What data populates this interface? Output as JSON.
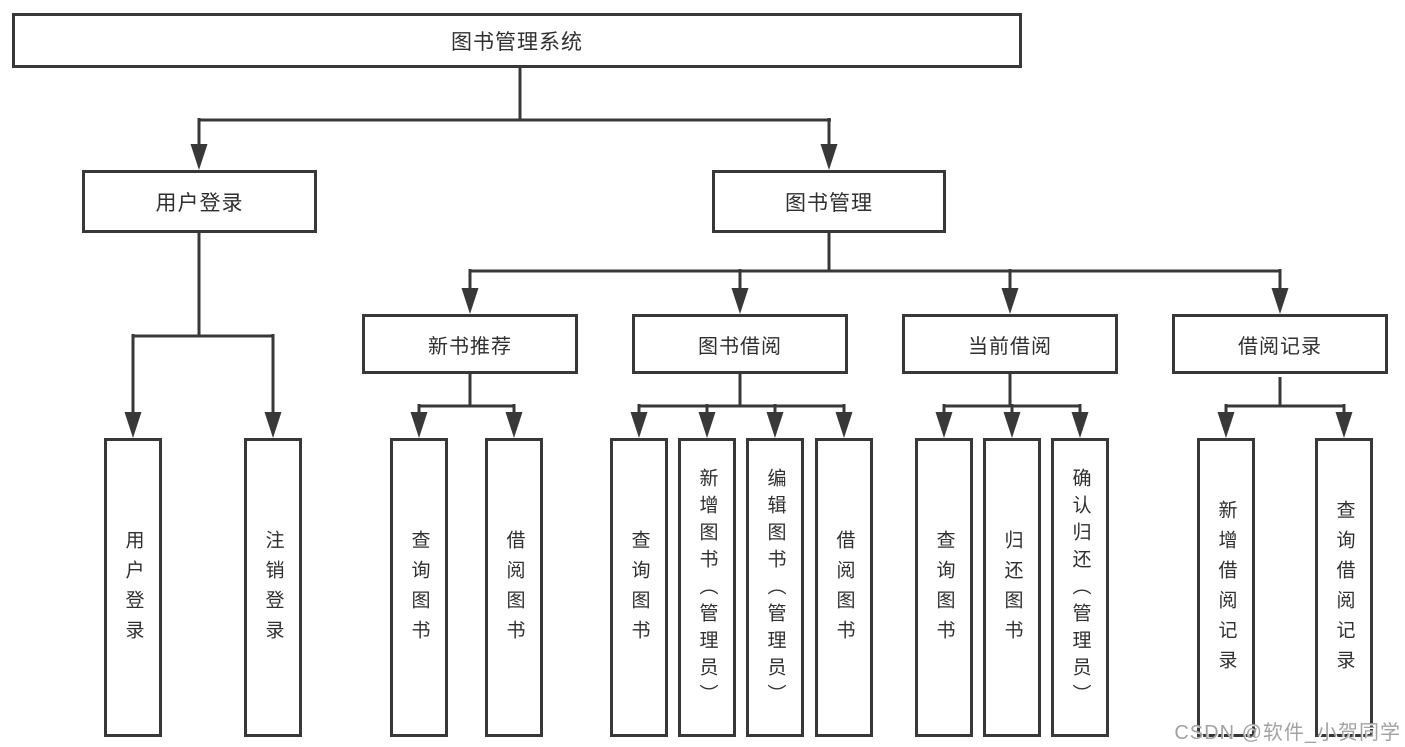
{
  "colors": {
    "line": "#383838",
    "text": "#2f2f2f",
    "watermark": "#a2a2a2",
    "background": "#ffffff"
  },
  "diagram": {
    "root": {
      "label": "图书管理系统"
    },
    "level2": [
      {
        "label": "用户登录"
      },
      {
        "label": "图书管理"
      }
    ],
    "level3": [
      {
        "label": "新书推荐",
        "parent": "图书管理"
      },
      {
        "label": "图书借阅",
        "parent": "图书管理"
      },
      {
        "label": "当前借阅",
        "parent": "图书管理"
      },
      {
        "label": "借阅记录",
        "parent": "图书管理"
      }
    ],
    "leaves": [
      {
        "label": "用户登录",
        "parent": "用户登录"
      },
      {
        "label": "注销登录",
        "parent": "用户登录"
      },
      {
        "label": "查询图书",
        "parent": "新书推荐"
      },
      {
        "label": "借阅图书",
        "parent": "新书推荐"
      },
      {
        "label": "查询图书",
        "parent": "图书借阅"
      },
      {
        "label": "新增图书（管理员）",
        "parent": "图书借阅"
      },
      {
        "label": "编辑图书（管理员）",
        "parent": "图书借阅"
      },
      {
        "label": "借阅图书",
        "parent": "图书借阅"
      },
      {
        "label": "查询图书",
        "parent": "当前借阅"
      },
      {
        "label": "归还图书",
        "parent": "当前借阅"
      },
      {
        "label": "确认归还（管理员）",
        "parent": "当前借阅"
      },
      {
        "label": "新增借阅记录",
        "parent": "借阅记录"
      },
      {
        "label": "查询借阅记录",
        "parent": "借阅记录"
      }
    ]
  },
  "watermark": {
    "text": "CSDN @软件_小贺同学"
  }
}
